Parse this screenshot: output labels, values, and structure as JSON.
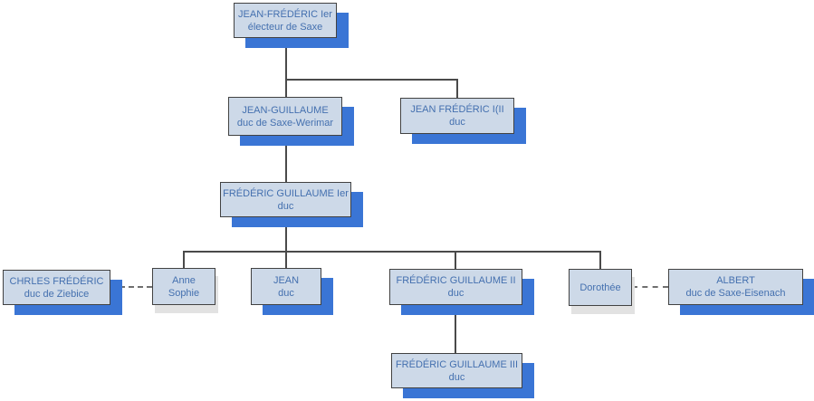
{
  "diagram": {
    "type": "family-tree-org-chart",
    "colors": {
      "node_fill": "#cdd9e8",
      "node_border": "#424242",
      "node_text": "#4470af",
      "shadow_blue": "#3a75d5",
      "shadow_gray": "#e2e2e2",
      "connector_solid": "#4a4a4a",
      "connector_dashed": "#6f6f6f"
    },
    "nodes": {
      "n1": {
        "line1": "JEAN-FRÉDÉRIC Ier",
        "line2": "électeur de Saxe"
      },
      "n2": {
        "line1": "JEAN-GUILLAUME",
        "line2": "duc de Saxe-Werimar"
      },
      "n3": {
        "line1": "JEAN FRÉDÉRIC I(II",
        "line2": "duc"
      },
      "n4": {
        "line1": "FRÉDÉRIC GUILLAUME Ier",
        "line2": "duc"
      },
      "n5": {
        "line1": "CHRLES FRÉDÉRIC",
        "line2": "duc de Ziebice"
      },
      "n6": {
        "line1": "Anne",
        "line2": "Sophie"
      },
      "n7": {
        "line1": "JEAN",
        "line2": "duc"
      },
      "n8": {
        "line1": "FRÉDÉRIC GUILLAUME II",
        "line2": "duc"
      },
      "n9": {
        "line1": "Dorothée"
      },
      "n10": {
        "line1": "ALBERT",
        "line2": "duc de Saxe-Eisenach"
      },
      "n11": {
        "line1": "FRÉDÉRIC GUILLAUME III",
        "line2": "duc"
      }
    },
    "edges": [
      {
        "from": "n1",
        "to": "n2",
        "type": "parent-child"
      },
      {
        "from": "n1",
        "to": "n3",
        "type": "parent-child"
      },
      {
        "from": "n2",
        "to": "n4",
        "type": "parent-child"
      },
      {
        "from": "n4",
        "to": "n6",
        "type": "parent-child"
      },
      {
        "from": "n4",
        "to": "n7",
        "type": "parent-child"
      },
      {
        "from": "n4",
        "to": "n8",
        "type": "parent-child"
      },
      {
        "from": "n4",
        "to": "n9",
        "type": "parent-child"
      },
      {
        "from": "n8",
        "to": "n11",
        "type": "parent-child"
      },
      {
        "from": "n5",
        "to": "n6",
        "type": "marriage-dashed"
      },
      {
        "from": "n9",
        "to": "n10",
        "type": "marriage-dashed"
      }
    ]
  }
}
